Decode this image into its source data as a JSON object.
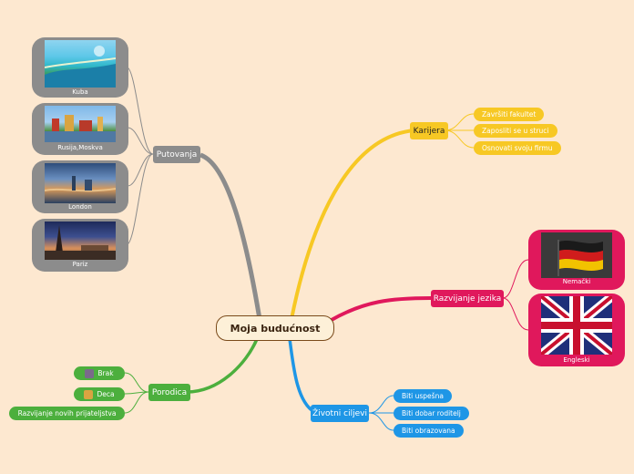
{
  "center": {
    "label": "Moja budućnost"
  },
  "putovanja": {
    "label": "Putovanja",
    "items": [
      {
        "caption": "Kuba"
      },
      {
        "caption": "Rusija,Moskva"
      },
      {
        "caption": "London"
      },
      {
        "caption": "Pariz"
      }
    ]
  },
  "karijera": {
    "label": "Karijera",
    "items": [
      "Završiti fakultet",
      "Zaposliti se u struci",
      "Osnovati svoju firmu"
    ]
  },
  "jezik": {
    "label": "Razvijanje jezika",
    "items": [
      {
        "caption": "Nemački"
      },
      {
        "caption": "Engleski"
      }
    ]
  },
  "ciljevi": {
    "label": "Životni ciljevi",
    "items": [
      "Biti uspešna",
      "Biti dobar roditelj",
      "Biti obrazovana"
    ]
  },
  "porodica": {
    "label": "Porodica",
    "items": [
      "Brak",
      "Deca",
      "Razvijanje novih prijateljstva"
    ]
  },
  "colors": {
    "background": "#fde8d0",
    "putovanja": "#8c8c8c",
    "karijera": "#f7c824",
    "jezik": "#e0185c",
    "ciljevi": "#1e96e6",
    "porodica": "#4caf3d"
  }
}
